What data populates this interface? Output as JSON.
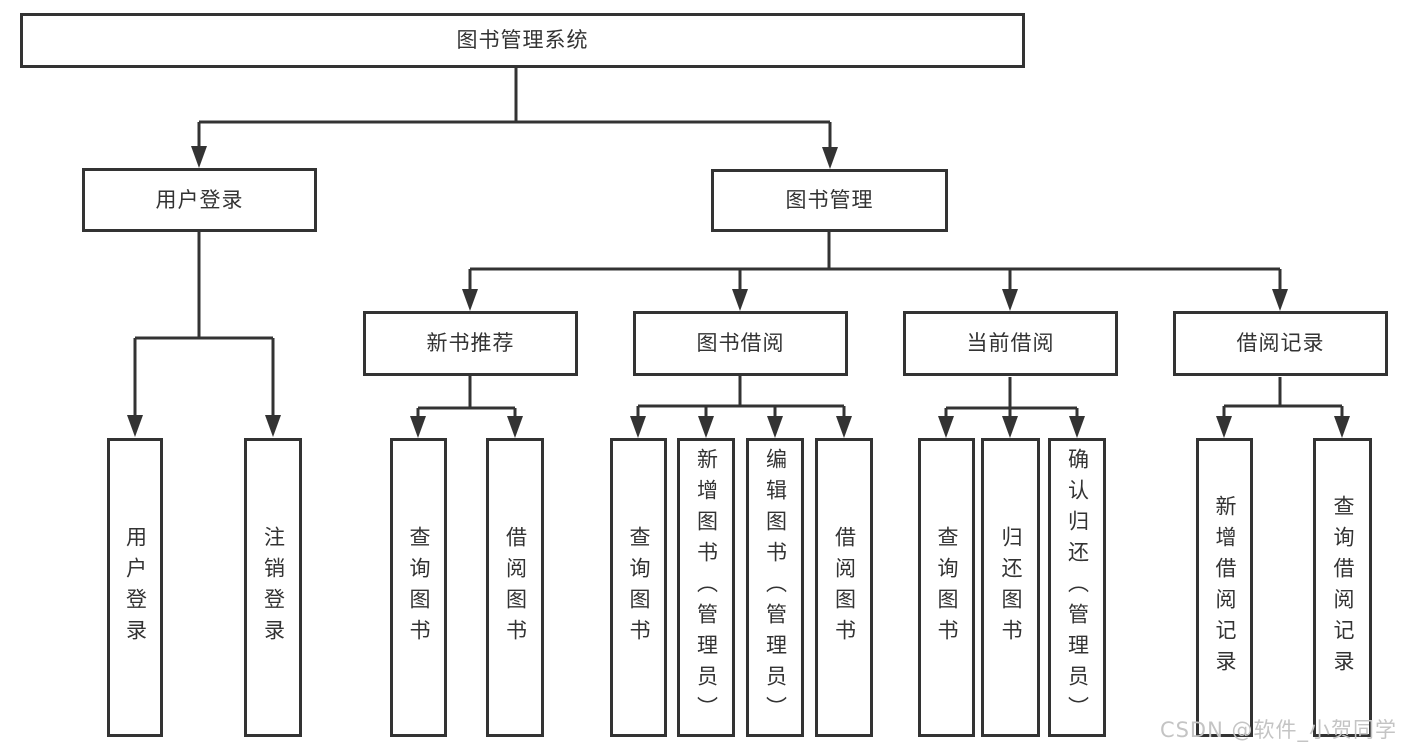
{
  "tree": {
    "label": "图书管理系统",
    "children": [
      {
        "label": "用户登录",
        "children": [
          {
            "label": "用户登录"
          },
          {
            "label": "注销登录"
          }
        ]
      },
      {
        "label": "图书管理",
        "children": [
          {
            "label": "新书推荐",
            "children": [
              {
                "label": "查询图书"
              },
              {
                "label": "借阅图书"
              }
            ]
          },
          {
            "label": "图书借阅",
            "children": [
              {
                "label": "查询图书"
              },
              {
                "label": "新增图书（管理员）"
              },
              {
                "label": "编辑图书（管理员）"
              },
              {
                "label": "借阅图书"
              }
            ]
          },
          {
            "label": "当前借阅",
            "children": [
              {
                "label": "查询图书"
              },
              {
                "label": "归还图书"
              },
              {
                "label": "确认归还（管理员）"
              }
            ]
          },
          {
            "label": "借阅记录",
            "children": [
              {
                "label": "新增借阅记录"
              },
              {
                "label": "查询借阅记录"
              }
            ]
          }
        ]
      }
    ]
  },
  "watermark": "CSDN @软件_小贺同学",
  "colors": {
    "line": "#333333",
    "text": "#333333",
    "bg": "#ffffff",
    "box_bg": "#ffffff",
    "watermark": "#c4c4c4"
  }
}
